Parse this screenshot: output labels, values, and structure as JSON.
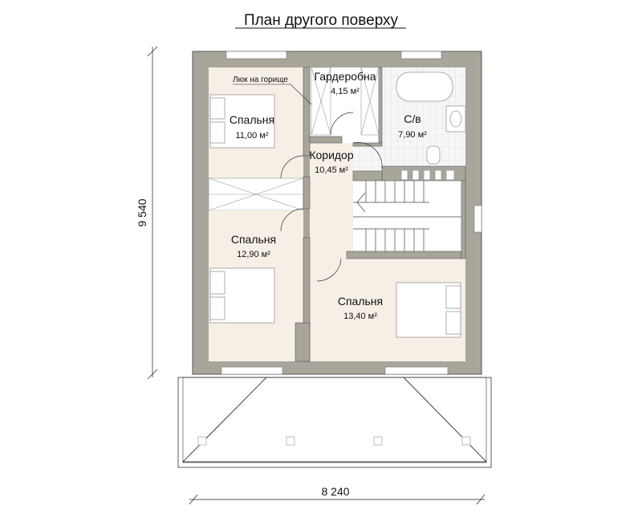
{
  "title": "План другого поверху",
  "dimensions": {
    "height": "9 540",
    "width": "8 240"
  },
  "rooms": [
    {
      "name": "Спальня",
      "area": "11,00 м²"
    },
    {
      "name": "Гардеробна",
      "area": "4,15 м²"
    },
    {
      "name": "С/в",
      "area": "7,90 м²"
    },
    {
      "name": "Коридор",
      "area": "10,45 м²"
    },
    {
      "name": "Спальня",
      "area": "12,90 м²"
    },
    {
      "name": "Спальня",
      "area": "13,40 м²"
    }
  ],
  "annotations": {
    "attic_hatch": "Люк на горище"
  },
  "colors": {
    "wall": "#a8a59b",
    "floor": "#f5efe6",
    "tile": "#f2f2f2"
  }
}
